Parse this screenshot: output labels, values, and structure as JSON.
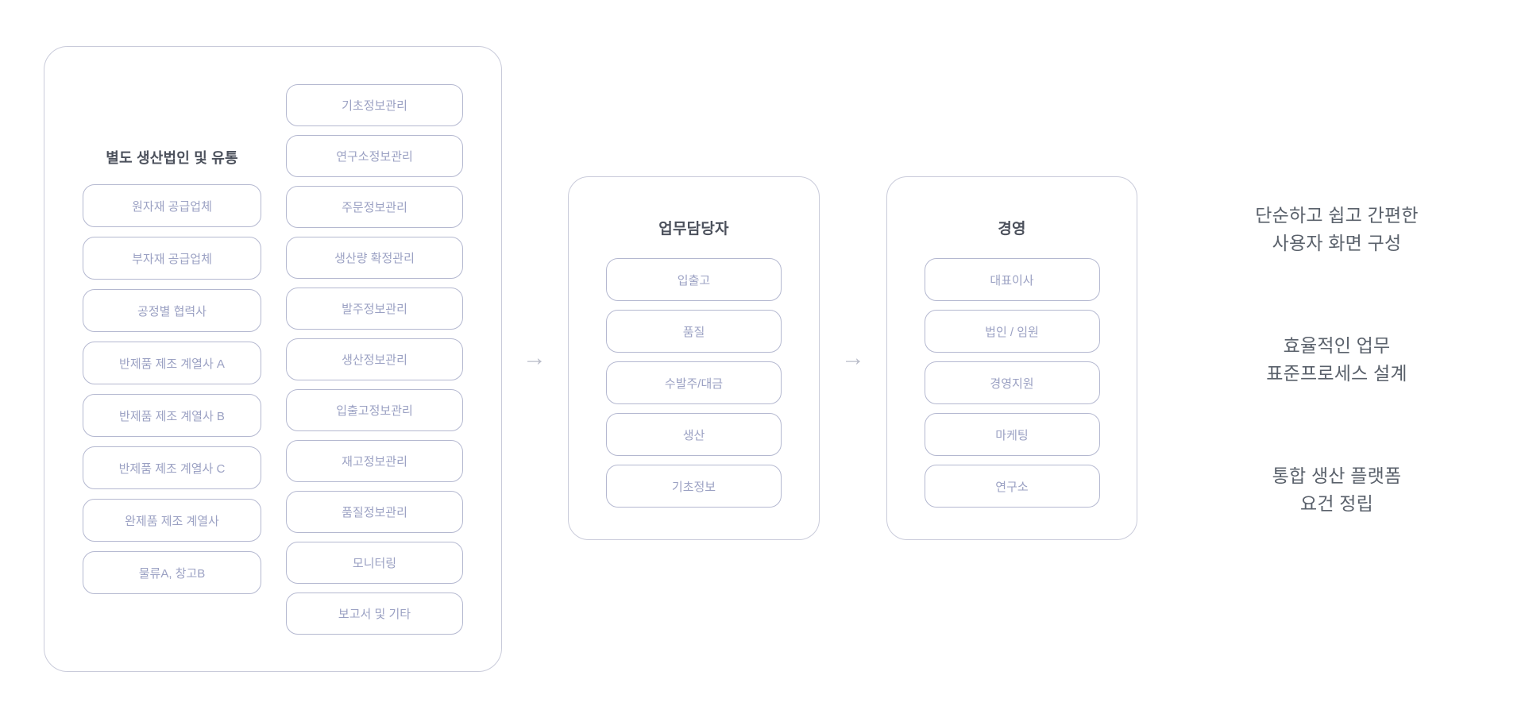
{
  "colors": {
    "background": "#ffffff",
    "panel_border": "#c9cbda",
    "node_border": "#b4b8d0",
    "node_text": "#9ba1c3",
    "title_text": "#4c515c",
    "side_text": "#5a616b",
    "arrow": "#b9bcc9"
  },
  "left_panel": {
    "title": "별도 생산법인 및 유통",
    "left_column": [
      "원자재 공급업체",
      "부자재 공급업체",
      "공정별 협력사",
      "반제품 제조 계열사 A",
      "반제품 제조 계열사 B",
      "반제품 제조 계열사 C",
      "완제품 제조 계열사",
      "물류A, 창고B"
    ],
    "right_column": [
      "기초정보관리",
      "연구소정보관리",
      "주문정보관리",
      "생산량 확정관리",
      "발주정보관리",
      "생산정보관리",
      "입출고정보관리",
      "재고정보관리",
      "품질정보관리",
      "모니터링",
      "보고서 및 기타"
    ]
  },
  "middle_panel": {
    "title": "업무담당자",
    "items": [
      "입출고",
      "품질",
      "수발주/대금",
      "생산",
      "기초정보"
    ]
  },
  "right_panel": {
    "title": "경영",
    "items": [
      "대표이사",
      "법인 / 임원",
      "경영지원",
      "마케팅",
      "연구소"
    ]
  },
  "arrows": {
    "glyph": "→"
  },
  "side_notes": [
    {
      "line1": "단순하고 쉽고 간편한",
      "line2": "사용자 화면 구성"
    },
    {
      "line1": "효율적인 업무",
      "line2": "표준프로세스 설계"
    },
    {
      "line1": "통합 생산 플랫폼",
      "line2": "요건 정립"
    }
  ]
}
